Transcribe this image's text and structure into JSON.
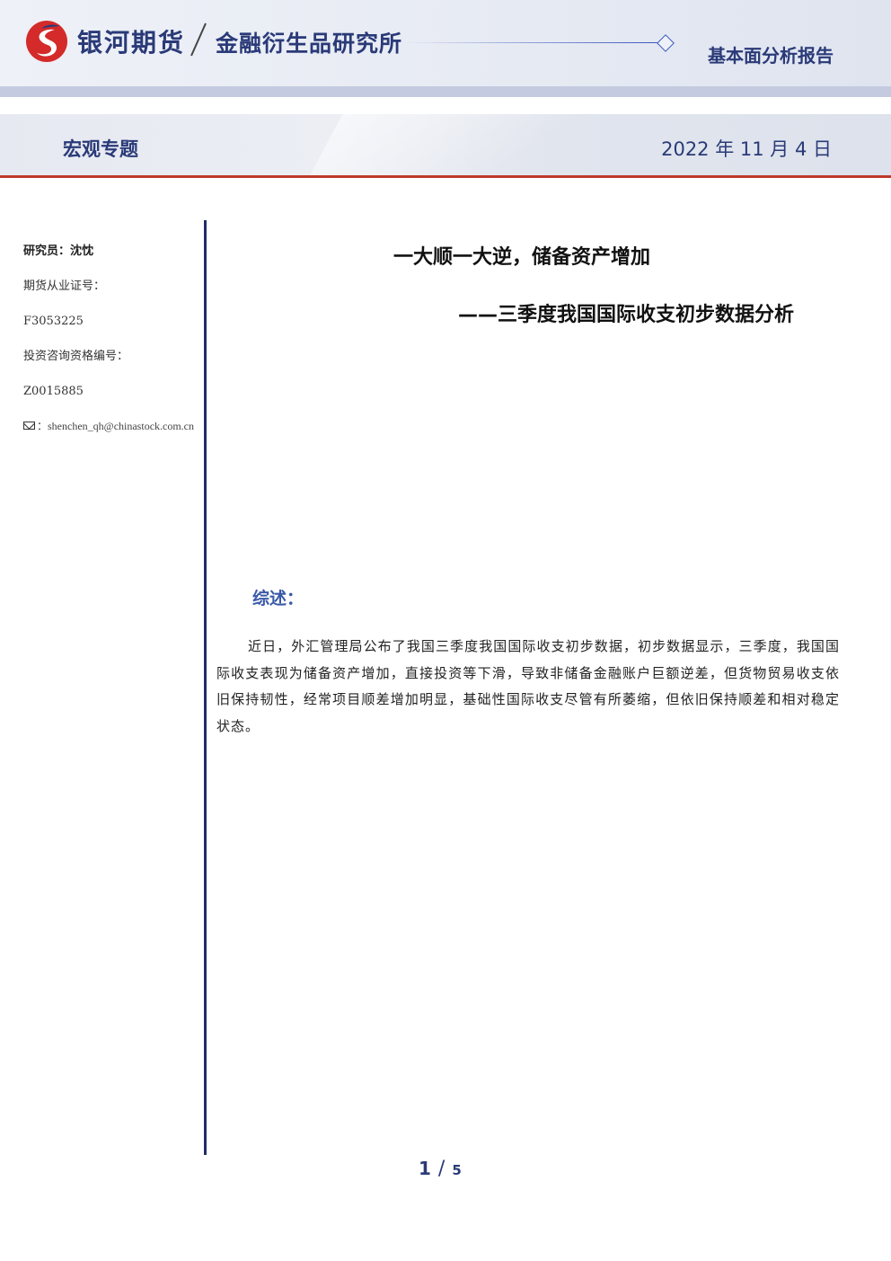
{
  "header": {
    "brand_name": "银河期货",
    "institute": "金融衍生品研究所",
    "report_type": "基本面分析报告",
    "section": "宏观专题",
    "date": "2022 年 11 月 4 日",
    "logo_icon": "galaxy-s-logo-icon",
    "accent_color": "#2a3a78",
    "red_rule_color": "#c0392b"
  },
  "sidebar": {
    "researcher": "研究员：沈忱",
    "futures_cert_label": "期货从业证号：",
    "futures_cert_no": "F3053225",
    "advisory_cert_label": "投资咨询资格编号：",
    "advisory_cert_no": "Z0015885",
    "email_icon": "envelope-icon",
    "email": "：shenchen_qh@chinastock.com.cn"
  },
  "main": {
    "title": "一大顺一大逆，储备资产增加",
    "subtitle": "——三季度我国国际收支初步数据分析",
    "summary_heading": "综述：",
    "summary_text": "近日，外汇管理局公布了我国三季度我国国际收支初步数据，初步数据显示，三季度，我国国际收支表现为储备资产增加，直接投资等下滑，导致非储备金融账户巨额逆差，但货物贸易收支依旧保持韧性，经常项目顺差增加明显，基础性国际收支尽管有所萎缩，但依旧保持顺差和相对稳定状态。"
  },
  "footer": {
    "current_page": "1",
    "separator": "/",
    "total_pages": "5"
  }
}
